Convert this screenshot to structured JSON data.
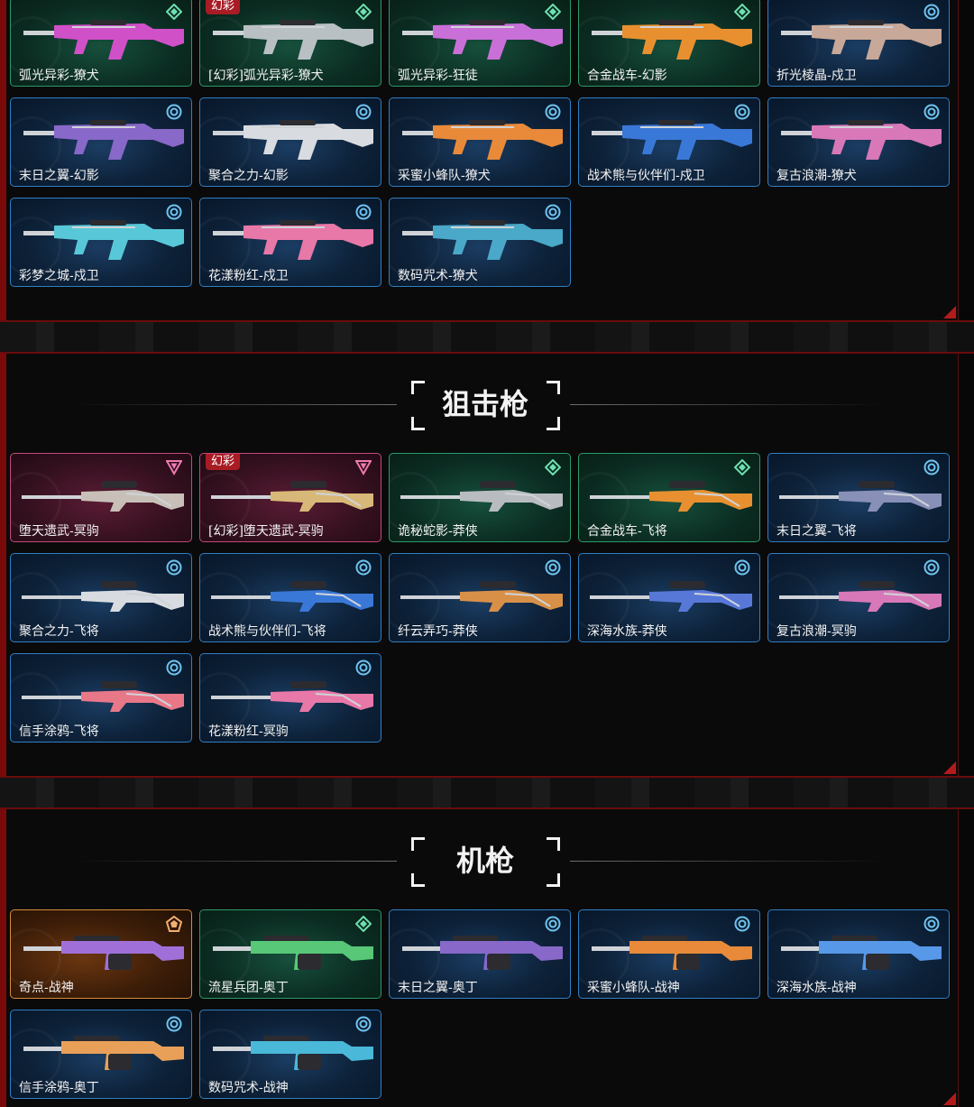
{
  "colors": {
    "blue": "#2f7fc4",
    "green": "#2b9a6a",
    "pink": "#c24a7a",
    "orange": "#d88a38",
    "panel_accent": "#7a0a0a",
    "tag_bg": "#a81c24"
  },
  "sections": [
    {
      "title": "",
      "cards": [
        {
          "name": "弧光异彩-獠犬",
          "tier": "green",
          "tag": "",
          "hue": "#d050c8"
        },
        {
          "name": "[幻彩]弧光异彩-獠犬",
          "tier": "green",
          "tag": "幻彩",
          "hue": "#b8c0c4"
        },
        {
          "name": "弧光异彩-狂徒",
          "tier": "green",
          "tag": "",
          "hue": "#c870d8"
        },
        {
          "name": "合金战车-幻影",
          "tier": "green",
          "tag": "",
          "hue": "#e89030"
        },
        {
          "name": "折光棱晶-戍卫",
          "tier": "blue",
          "tag": "",
          "hue": "#c8a898"
        },
        {
          "name": "末日之翼-幻影",
          "tier": "blue",
          "tag": "",
          "hue": "#8868c8"
        },
        {
          "name": "聚合之力-幻影",
          "tier": "blue",
          "tag": "",
          "hue": "#d8dce0"
        },
        {
          "name": "采蜜小蜂队-獠犬",
          "tier": "blue",
          "tag": "",
          "hue": "#e88a3a"
        },
        {
          "name": "战术熊与伙伴们-戍卫",
          "tier": "blue",
          "tag": "",
          "hue": "#3a78d8"
        },
        {
          "name": "复古浪潮-獠犬",
          "tier": "blue",
          "tag": "",
          "hue": "#d878b8"
        },
        {
          "name": "彩梦之城-戍卫",
          "tier": "blue",
          "tag": "",
          "hue": "#58c8d8"
        },
        {
          "name": "花漾粉红-戍卫",
          "tier": "blue",
          "tag": "",
          "hue": "#e878a8"
        },
        {
          "name": "数码咒术-獠犬",
          "tier": "blue",
          "tag": "",
          "hue": "#4aa8c8"
        }
      ]
    },
    {
      "title": "狙击枪",
      "cards": [
        {
          "name": "堕天遗武-冥驹",
          "tier": "pink",
          "tag": "",
          "hue": "#c8c0b8"
        },
        {
          "name": "[幻彩]堕天遗武-冥驹",
          "tier": "pink",
          "tag": "幻彩",
          "hue": "#d8b878"
        },
        {
          "name": "诡秘蛇影-莽侠",
          "tier": "green",
          "tag": "",
          "hue": "#b8bcc0"
        },
        {
          "name": "合金战车-飞将",
          "tier": "green",
          "tag": "",
          "hue": "#e89030"
        },
        {
          "name": "末日之翼-飞将",
          "tier": "blue",
          "tag": "",
          "hue": "#8890b8"
        },
        {
          "name": "聚合之力-飞将",
          "tier": "blue",
          "tag": "",
          "hue": "#d8dce0"
        },
        {
          "name": "战术熊与伙伴们-飞将",
          "tier": "blue",
          "tag": "",
          "hue": "#3a78d8"
        },
        {
          "name": "纤云弄巧-莽侠",
          "tier": "blue",
          "tag": "",
          "hue": "#d89048"
        },
        {
          "name": "深海水族-莽侠",
          "tier": "blue",
          "tag": "",
          "hue": "#5878d8"
        },
        {
          "name": "复古浪潮-冥驹",
          "tier": "blue",
          "tag": "",
          "hue": "#d878b8"
        },
        {
          "name": "信手涂鸦-飞将",
          "tier": "blue",
          "tag": "",
          "hue": "#e87888"
        },
        {
          "name": "花漾粉红-冥驹",
          "tier": "blue",
          "tag": "",
          "hue": "#e878a8"
        }
      ]
    },
    {
      "title": "机枪",
      "cards": [
        {
          "name": "奇点-战神",
          "tier": "orange",
          "tag": "",
          "hue": "#a070d8"
        },
        {
          "name": "流星兵团-奥丁",
          "tier": "green",
          "tag": "",
          "hue": "#58c878"
        },
        {
          "name": "末日之翼-奥丁",
          "tier": "blue",
          "tag": "",
          "hue": "#8868c8"
        },
        {
          "name": "采蜜小蜂队-战神",
          "tier": "blue",
          "tag": "",
          "hue": "#e88a3a"
        },
        {
          "name": "深海水族-战神",
          "tier": "blue",
          "tag": "",
          "hue": "#5898e8"
        },
        {
          "name": "信手涂鸦-奥丁",
          "tier": "blue",
          "tag": "",
          "hue": "#e8a058"
        },
        {
          "name": "数码咒术-战神",
          "tier": "blue",
          "tag": "",
          "hue": "#4ab8d8"
        }
      ]
    }
  ]
}
